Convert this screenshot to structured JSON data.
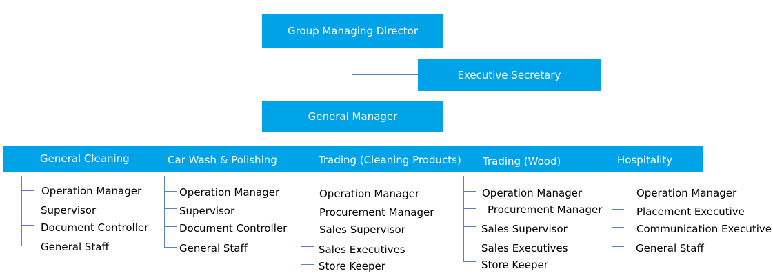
{
  "top": {
    "director": "Group Managing Director",
    "secretary": "Executive Secretary",
    "general_manager": "General Manager"
  },
  "departments": [
    {
      "name": "General Cleaning",
      "roles": [
        "Operation Manager",
        "Supervisor",
        "Document Controller",
        "General Staff"
      ]
    },
    {
      "name": "Car Wash & Polishing",
      "roles": [
        "Operation Manager",
        "Supervisor",
        "Document Controller",
        "General Staff"
      ]
    },
    {
      "name": "Trading (Cleaning Products)",
      "roles": [
        "Operation Manager",
        "Procurement Manager",
        "Sales Supervisor",
        "Sales Executives",
        "Store Keeper"
      ]
    },
    {
      "name": "Trading (Wood)",
      "roles": [
        "Operation Manager",
        "Procurement Manager",
        "Sales Supervisor",
        "Sales Executives",
        "Store Keeper"
      ]
    },
    {
      "name": "Hospitality",
      "roles": [
        "Operation Manager",
        "Placement Executive",
        "Communication Executive",
        "General Staff"
      ]
    }
  ]
}
